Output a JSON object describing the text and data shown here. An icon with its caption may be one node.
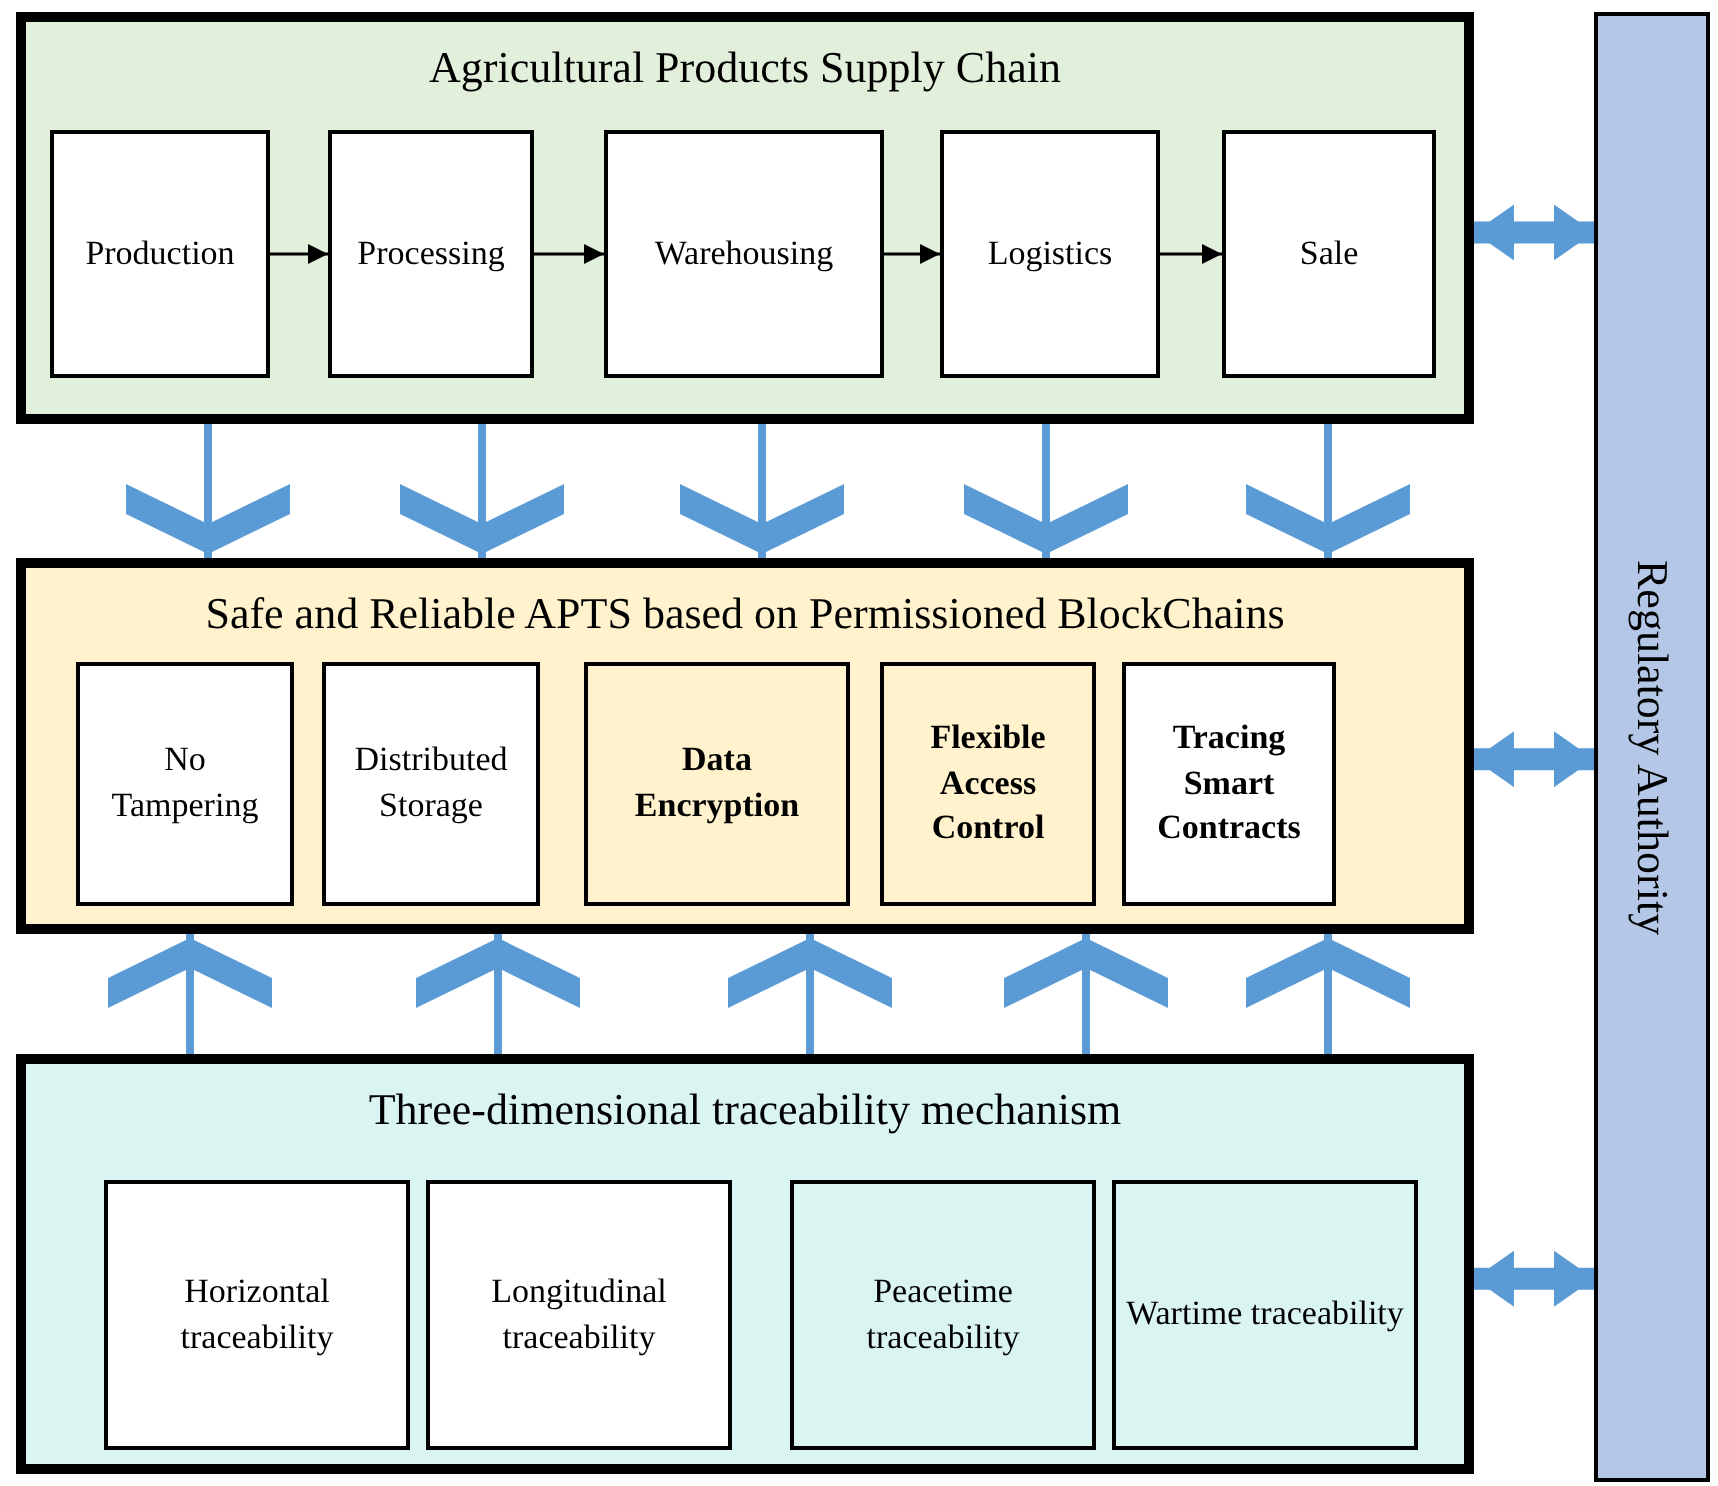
{
  "diagram": {
    "nodes": [
      {
        "text": [
          "Agricultural Products Supply Chain"
        ]
      },
      {
        "text": [
          "Production"
        ],
        "in": 0
      },
      {
        "text": [
          "Processing"
        ],
        "in": 0
      },
      {
        "text": [
          "Warehousing"
        ],
        "in": 0
      },
      {
        "text": [
          "Logistics"
        ],
        "in": 0
      },
      {
        "text": [
          "Sale"
        ],
        "in": 0
      },
      {
        "text": [
          "Safe and Reliable APTS based on Permissioned BlockChains"
        ]
      },
      {
        "text": [
          "No Tampering"
        ],
        "in": 6
      },
      {
        "text": [
          "Distributed Storage"
        ],
        "in": 6
      },
      {
        "text": [
          "Data Encryption"
        ],
        "in": 6
      },
      {
        "text": [
          "Flexible Access Control"
        ],
        "in": 6
      },
      {
        "text": [
          "Tracing Smart Contracts"
        ],
        "in": 6
      },
      {
        "text": [
          "Three-dimensional traceability mechanism"
        ]
      },
      {
        "text": [
          "Horizontal traceability"
        ],
        "in": 12
      },
      {
        "text": [
          "Longitudinal traceability"
        ],
        "in": 12
      },
      {
        "text": [
          "Peacetime traceability"
        ],
        "in": 12
      },
      {
        "text": [
          "Wartime traceability"
        ],
        "in": 12
      },
      {
        "text": [
          "Regulatory Authority"
        ]
      }
    ],
    "edges": [
      {
        "from": 1,
        "to": 2,
        "arrow": "to",
        "color": "#000000"
      },
      {
        "from": 2,
        "to": 3,
        "arrow": "to",
        "color": "#000000"
      },
      {
        "from": 3,
        "to": 4,
        "arrow": "to",
        "color": "#000000"
      },
      {
        "from": 4,
        "to": 5,
        "arrow": "to",
        "color": "#000000"
      },
      {
        "from": 0,
        "to": 6,
        "arrow": "to",
        "color": "#5b9bd5"
      },
      {
        "from": 0,
        "to": 6,
        "arrow": "to",
        "color": "#5b9bd5"
      },
      {
        "from": 0,
        "to": 6,
        "arrow": "to",
        "color": "#5b9bd5"
      },
      {
        "from": 0,
        "to": 6,
        "arrow": "to",
        "color": "#5b9bd5"
      },
      {
        "from": 0,
        "to": 6,
        "arrow": "to",
        "color": "#5b9bd5"
      },
      {
        "from": 12,
        "to": 6,
        "arrow": "to",
        "color": "#5b9bd5"
      },
      {
        "from": 12,
        "to": 6,
        "arrow": "to",
        "color": "#5b9bd5"
      },
      {
        "from": 12,
        "to": 6,
        "arrow": "to",
        "color": "#5b9bd5"
      },
      {
        "from": 12,
        "to": 6,
        "arrow": "to",
        "color": "#5b9bd5"
      },
      {
        "from": 12,
        "to": 6,
        "arrow": "to",
        "color": "#5b9bd5"
      },
      {
        "from": 0,
        "to": 17,
        "arrow": "both",
        "style": "thick",
        "color": "#5b9bd5"
      },
      {
        "from": 6,
        "to": 17,
        "arrow": "both",
        "style": "thick",
        "color": "#5b9bd5"
      },
      {
        "from": 12,
        "to": 17,
        "arrow": "both",
        "style": "thick",
        "color": "#5b9bd5"
      }
    ]
  }
}
